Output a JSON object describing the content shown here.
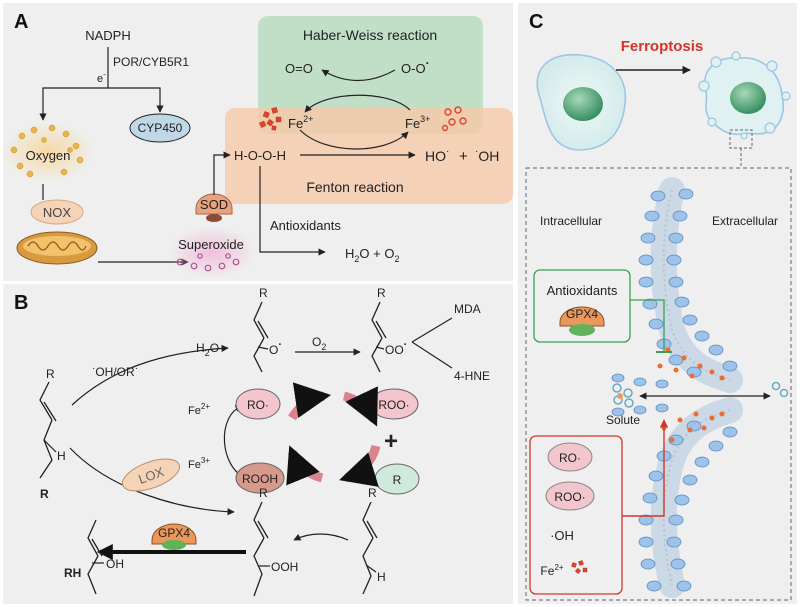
{
  "panels": {
    "a": "A",
    "b": "B",
    "c": "C"
  },
  "panel_a": {
    "nadph": "NADPH",
    "enzyme": "POR/CYB5R1",
    "electron": "e",
    "electron_sup": "-",
    "cyp450": "CYP450",
    "oxygen": "Oxygen",
    "nox": "NOX",
    "sod": "SOD",
    "superoxide": "Superoxide",
    "haber_weiss": "Haber-Weiss reaction",
    "o_eq_o": "O=O",
    "o_o_radical": "O-O",
    "fe2": "Fe",
    "fe2_sup": "2+",
    "fe3": "Fe",
    "fe3_sup": "3+",
    "hooh": "H-O-O-H",
    "ho": "HO",
    "plus": "+",
    "oh": "OH",
    "fenton": "Fenton reaction",
    "antioxidants": "Antioxidants",
    "water": "H",
    "water_sub": "2",
    "water_o": "O  +  O",
    "water_o_sub": "2"
  },
  "panel_b": {
    "r_top1": "R",
    "r_top2": "R",
    "r_left": "R",
    "r_bold": "R",
    "h_left": "H",
    "oh_or": "OH/OR",
    "h2o": "H",
    "h2o_sub": "2",
    "h2o_o": "O",
    "o_rad": "O",
    "o2": "O",
    "o2_sub": "2",
    "oo_rad": "OO",
    "mda": "MDA",
    "hne": "4-HNE",
    "fe2": "Fe",
    "fe2_sup": "2+",
    "fe3": "Fe",
    "fe3_sup": "3+",
    "ro": "RO·",
    "roo": "ROO·",
    "rooh": "ROOH",
    "r_circle": "R",
    "plus": "+",
    "lox": "LOX",
    "gpx4": "GPX4",
    "r_bottom1": "R",
    "r_bottom2": "R",
    "oh_product": "OH",
    "ooh": "OOH",
    "h_bottom": "H",
    "rh": "RH"
  },
  "panel_c": {
    "ferroptosis": "Ferroptosis",
    "intracellular": "Intracellular",
    "extracellular": "Extracellular",
    "antioxidants": "Antioxidants",
    "gpx4": "GPX4",
    "solute": "Solute",
    "ro": "RO·",
    "roo": "ROO·",
    "oh": "·OH",
    "fe": "Fe",
    "fe_sup": "2+"
  },
  "colors": {
    "haber_bg": "#b8dcbf",
    "fenton_bg": "#f6c9a9",
    "panel_bg": "#efefef",
    "ferroptosis_red": "#d2362a",
    "cyp_fill": "#bfd7e6",
    "nox_fill": "#f4d3b6",
    "sod_fill": "#e8a27d",
    "gpx4_fill": "#e9985a",
    "ro_fill": "#f2c6cc",
    "r_fill": "#cfeadc",
    "arrow_cycle": "#d9848a",
    "antiox_green": "#3aa050",
    "membrane_blue": "#9dc3ea",
    "lipid_orange": "#ec6d2e"
  }
}
